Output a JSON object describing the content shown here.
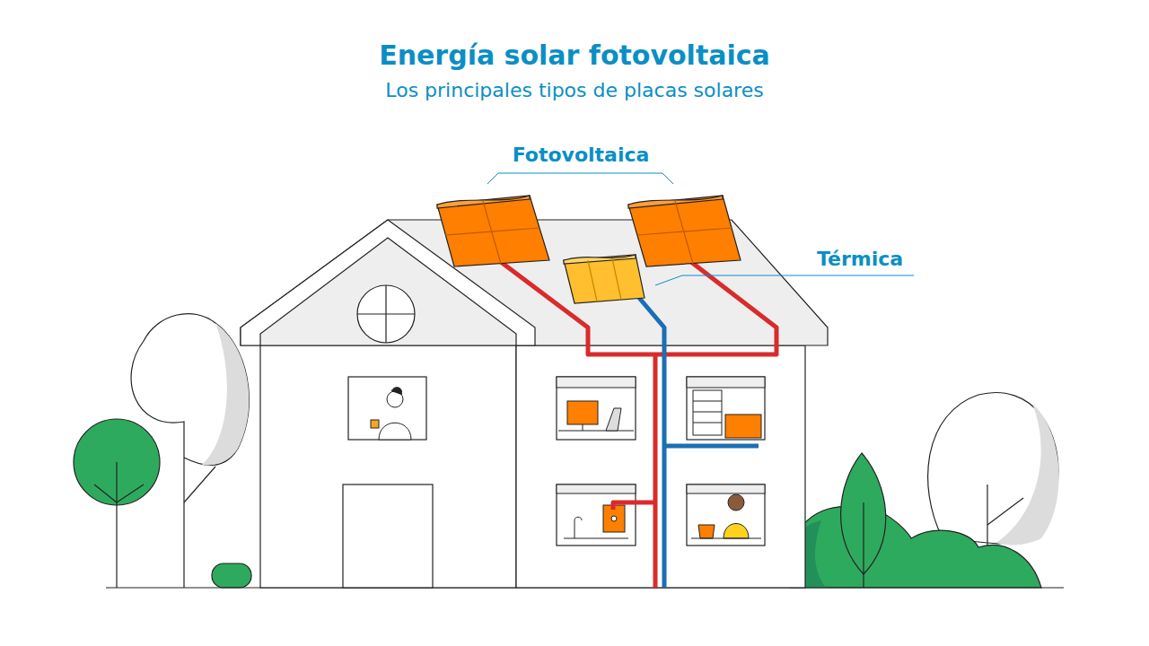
{
  "diagram": {
    "title": "Energía solar fotovoltaica",
    "labels": [
      "Los principales tipos de placas solares",
      "Fotovoltaica",
      "Térmica"
    ]
  }
}
